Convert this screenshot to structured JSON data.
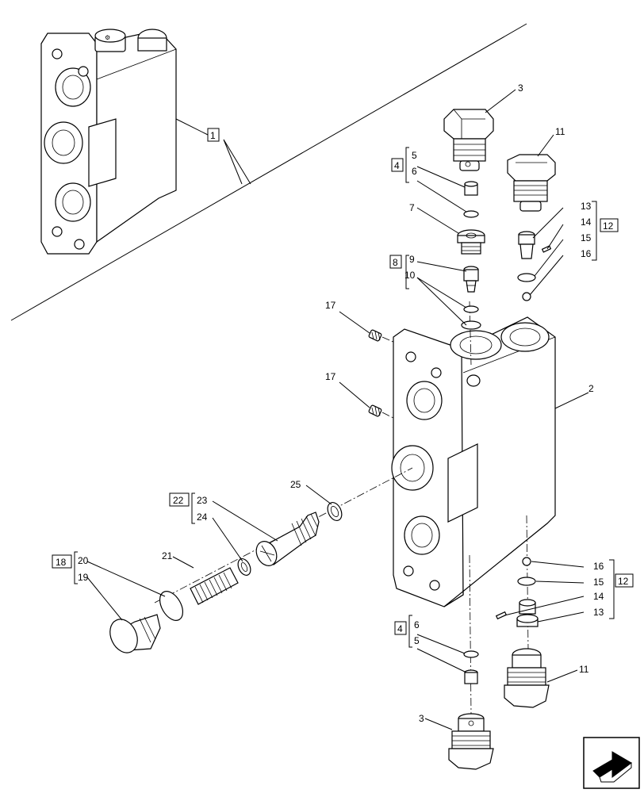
{
  "labels": {
    "l1": "1",
    "l2": "2",
    "l3a": "3",
    "l3b": "3",
    "l4a": "4",
    "l4b": "4",
    "l5a": "5",
    "l5b": "5",
    "l6a": "6",
    "l6b": "6",
    "l7": "7",
    "l8": "8",
    "l9": "9",
    "l10": "10",
    "l11a": "11",
    "l11b": "11",
    "l12a": "12",
    "l12b": "12",
    "l13a": "13",
    "l13b": "13",
    "l14a": "14",
    "l14b": "14",
    "l15a": "15",
    "l15b": "15",
    "l16a": "16",
    "l16b": "16",
    "l17a": "17",
    "l17b": "17",
    "l18": "18",
    "l19": "19",
    "l20": "20",
    "l21": "21",
    "l22": "22",
    "l23": "23",
    "l24": "24",
    "l25": "25"
  },
  "icons": {
    "corner": "navigation-arrow-icon"
  }
}
